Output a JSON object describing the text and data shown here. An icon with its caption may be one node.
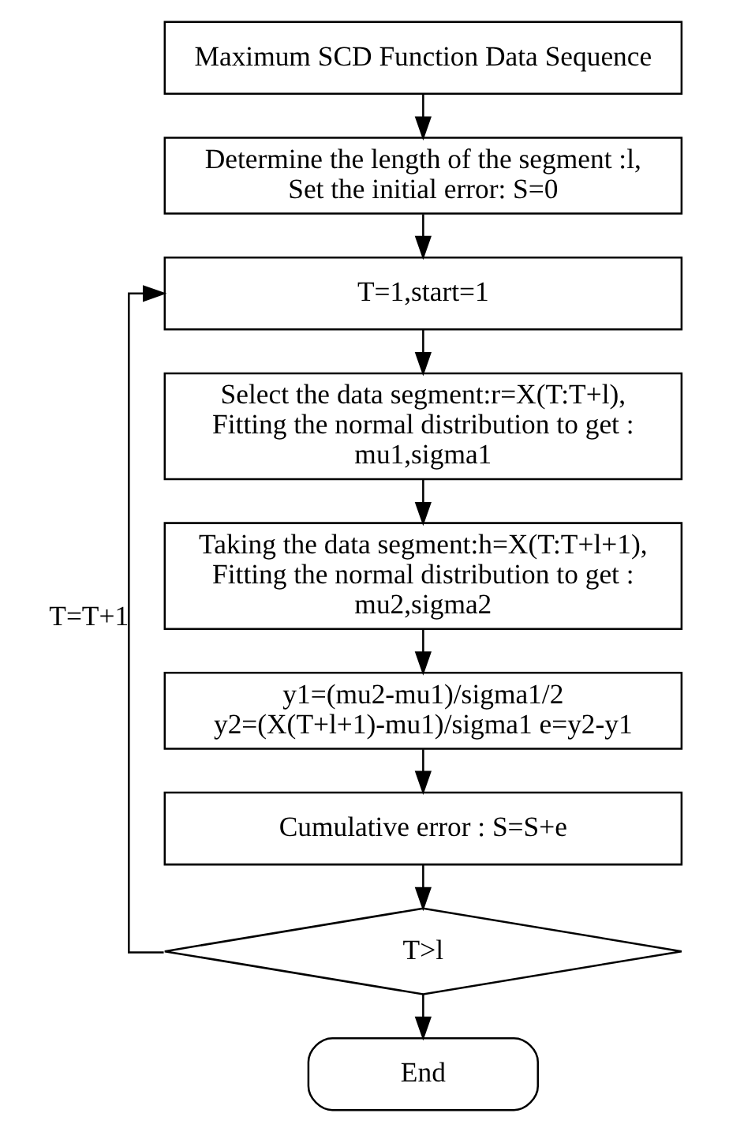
{
  "diagram": {
    "nodes": [
      {
        "text": [
          "Maximum SCD Function Data Sequence"
        ]
      },
      {
        "text": [
          "Determine the length of the segment :l, Set the initial error: S=0"
        ]
      },
      {
        "text": [
          "T=1,start=1"
        ]
      },
      {
        "text": [
          "Select the data segment:r=X(T:T+l), Fitting the normal distribution to get : mu1,sigma1"
        ]
      },
      {
        "text": [
          "Taking the data segment:h=X(T:T+l+1), Fitting the normal distribution to get : mu2,sigma2"
        ]
      },
      {
        "text": [
          "y1=(mu2-mu1)/sigma1/2 y2=(X(T+l+1)-mu1)/sigma1 e=y2-y1"
        ]
      },
      {
        "text": [
          "Cumulative error : S=S+e"
        ]
      },
      {
        "text": [
          "T>l"
        ]
      },
      {
        "text": [
          "End"
        ]
      }
    ],
    "edges": [
      {
        "from": 0,
        "to": 1,
        "arrow": "to"
      },
      {
        "from": 1,
        "to": 2,
        "arrow": "to"
      },
      {
        "from": 2,
        "to": 3,
        "arrow": "to"
      },
      {
        "from": 3,
        "to": 4,
        "arrow": "to"
      },
      {
        "from": 4,
        "to": 5,
        "arrow": "to"
      },
      {
        "from": 5,
        "to": 6,
        "arrow": "to"
      },
      {
        "from": 6,
        "to": 7,
        "arrow": "to"
      },
      {
        "from": 7,
        "to": 8,
        "arrow": "to"
      },
      {
        "from": 7,
        "to": 2,
        "arrow": "to",
        "label": "T=T+1"
      }
    ]
  }
}
